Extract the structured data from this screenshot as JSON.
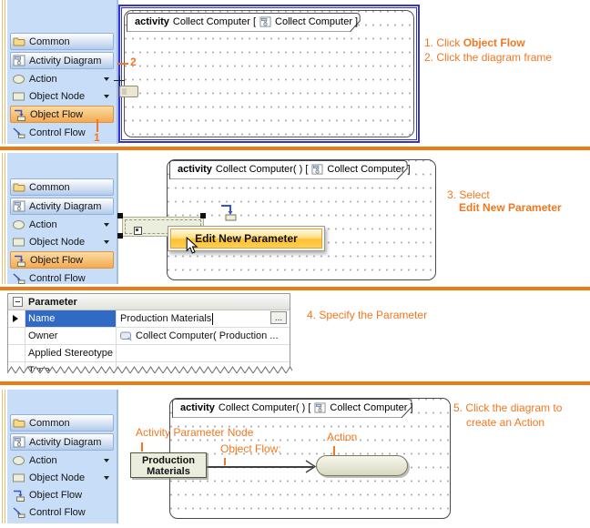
{
  "palette": {
    "items": [
      {
        "label": "Common",
        "icon": "folder-icon"
      },
      {
        "label": "Activity Diagram",
        "icon": "activity-diagram-icon"
      },
      {
        "label": "Action",
        "icon": "action-icon",
        "has_dropdown": true
      },
      {
        "label": "Object Node",
        "icon": "object-node-icon",
        "has_dropdown": true
      },
      {
        "label": "Object Flow",
        "icon": "object-flow-icon"
      },
      {
        "label": "Control Flow",
        "icon": "control-flow-icon"
      }
    ]
  },
  "frame_step1": {
    "keyword": "activity",
    "name_part": "Collect Computer [",
    "diagram_part": "Collect Computer ]"
  },
  "frame_step2": {
    "keyword": "activity",
    "name_part": "Collect Computer( ) [",
    "diagram_part": "Collect Computer ]"
  },
  "frame_step5": {
    "keyword": "activity",
    "name_part": "Collect Computer( ) [",
    "diagram_part": "Collect Computer ]"
  },
  "annotations": {
    "step1_prefix": "1. Click ",
    "step1_bold": "Object Flow",
    "step2": "2. Click the diagram frame",
    "step3_prefix": "3. Select",
    "step3_bold": "Edit New Parameter",
    "step4": "4. Specify the Parameter",
    "step5_line1": "5. Click the diagram to",
    "step5_line2": "create an Action"
  },
  "markers": {
    "step1_palette": "1",
    "step1_frame": "2"
  },
  "context_menu": {
    "item": "Edit New Parameter"
  },
  "property_table": {
    "header": "Parameter",
    "ellipsis": "...",
    "rows": [
      {
        "label": "Name",
        "value": "Production Materials",
        "selected": true
      },
      {
        "label": "Owner",
        "value": "Collect Computer( Production ...",
        "icon": "activity-owner-icon"
      },
      {
        "label": "Applied Stereotype",
        "value": ""
      },
      {
        "label": "Type",
        "value": ""
      }
    ]
  },
  "diagram_labels": {
    "activity_parameter_node": "Activity Parameter Node",
    "object_flow": "Object Flow:",
    "action": "Action"
  },
  "production_node": {
    "line1": "Production",
    "line2": "Materials"
  },
  "colors": {
    "annotation_orange": "#f4771f",
    "separator_orange": "#ec7a15",
    "selection_blue": "#316ac5"
  }
}
